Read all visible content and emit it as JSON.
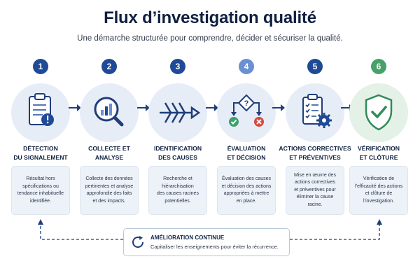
{
  "title": "Flux d’investigation qualité",
  "subtitle": "Une démarche structurée pour comprendre, décider et sécuriser la qualité.",
  "colors": {
    "navy": "#1f4a95",
    "light_blue": "#6a8fd2",
    "green": "#49a16a",
    "alert_red": "#d8473f",
    "ok_green": "#3ea06b"
  },
  "steps": [
    {
      "number": "1",
      "icon": "clipboard-alert-icon",
      "title_line1": "DÉTECTION",
      "title_line2": "DU SIGNALEMENT",
      "desc_lines": [
        "Résultat hors",
        "spécifications ou",
        "tendance inhabituelle",
        "identifiée."
      ]
    },
    {
      "number": "2",
      "icon": "magnifier-chart-icon",
      "title_line1": "COLLECTE ET",
      "title_line2": "ANALYSE",
      "desc_lines": [
        "Collecte des données",
        "pertinentes et analyse",
        "approfondie des faits",
        "et des impacts."
      ]
    },
    {
      "number": "3",
      "icon": "fishbone-icon",
      "title_line1": "IDENTIFICATION",
      "title_line2": "DES CAUSES",
      "desc_lines": [
        "Recherche et",
        "hiérarchisation",
        "des causes racines",
        "potentielles."
      ]
    },
    {
      "number": "4",
      "icon": "decision-tree-icon",
      "title_line1": "ÉVALUATION",
      "title_line2": "ET DÉCISION",
      "desc_lines": [
        "Évaluation des causes",
        "et décision des actions",
        "appropriées à mettre",
        "en place."
      ]
    },
    {
      "number": "5",
      "icon": "checklist-gear-icon",
      "title_line1": "ACTIONS CORRECTIVES",
      "title_line2": "ET PRÉVENTIVES",
      "desc_lines": [
        "Mise en œuvre des",
        "actions correctives",
        "et préventives pour",
        "éliminer la cause racine."
      ]
    },
    {
      "number": "6",
      "icon": "shield-check-icon",
      "title_line1": "VÉRIFICATION",
      "title_line2": "ET CLÔTURE",
      "desc_lines": [
        "Vérification de",
        "l’efficacité des actions",
        "et clôture de",
        "l’investigation."
      ]
    }
  ],
  "improvement": {
    "icon": "cycle-arrow-icon",
    "title": "AMÉLIORATION CONTINUE",
    "text": "Capitaliser les enseignements pour éviter la récurrence."
  }
}
